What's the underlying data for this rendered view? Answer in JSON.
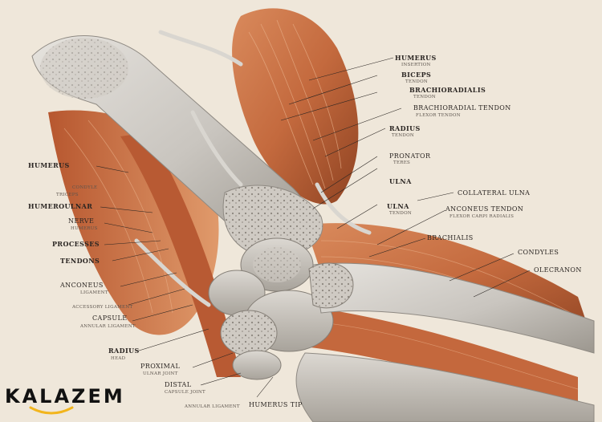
{
  "watermark": {
    "brand": "KALAZEM"
  },
  "labels": [
    {
      "id": "l1",
      "text": "HUMERUS",
      "sub": "INSERTION"
    },
    {
      "id": "l2",
      "text": "BICEPS",
      "sub": "TENDON"
    },
    {
      "id": "l3",
      "text": "BRACHIORADIALIS",
      "sub": "TENDON"
    },
    {
      "id": "l4",
      "text": "BRACHIORADIAL TENDON",
      "sub": "FLEXOR TENDON"
    },
    {
      "id": "l5",
      "text": "RADIUS",
      "sub": "TENDON"
    },
    {
      "id": "l6",
      "text": "PRONATOR",
      "sub": "TERES"
    },
    {
      "id": "l7",
      "text": "ULNA"
    },
    {
      "id": "l8",
      "text": "ULNA",
      "sub": "TENDON"
    },
    {
      "id": "l9",
      "text": "COLLATERAL ULNA",
      "sub": ""
    },
    {
      "id": "l10",
      "text": "ANCONEUS TENDON",
      "sub": "FLEXOR CARPI RADIALIS"
    },
    {
      "id": "l11",
      "text": "BRACHIALIS"
    },
    {
      "id": "l12",
      "text": "CONDYLES"
    },
    {
      "id": "l13",
      "text": "OLECRANON"
    },
    {
      "id": "l14",
      "text": "HUMERUS"
    },
    {
      "id": "l15",
      "text": "TRICEPS",
      "sub": "CONDYLE"
    },
    {
      "id": "l16",
      "text": "HUMEROULNAR"
    },
    {
      "id": "l17",
      "text": "NERVE",
      "sub": "HUMERUS"
    },
    {
      "id": "l18",
      "text": "PROCESSES"
    },
    {
      "id": "l19",
      "text": "TENDONS"
    },
    {
      "id": "l20",
      "text": "ANCONEUS",
      "sub": "LIGAMENT"
    },
    {
      "id": "l21",
      "text": "ACCESSORY LIGAMENT"
    },
    {
      "id": "l22",
      "text": "CAPSULE",
      "sub": "ANNULAR LIGAMENT"
    },
    {
      "id": "l23",
      "text": "RADIUS",
      "sub": "HEAD"
    },
    {
      "id": "l24",
      "text": "PROXIMAL",
      "sub": "ULNAR JOINT"
    },
    {
      "id": "l25",
      "text": "DISTAL",
      "sub": "CAPSULE JOINT"
    },
    {
      "id": "l26",
      "text": "ANNULAR LIGAMENT"
    },
    {
      "id": "l27",
      "text": "HUMERUS TIP"
    }
  ]
}
